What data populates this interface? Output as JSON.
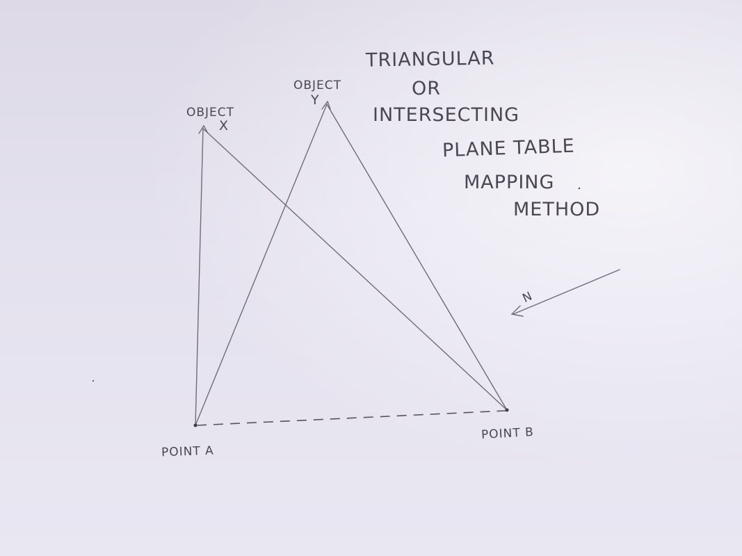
{
  "title": {
    "line1": "TRIANGULAR",
    "line2": "OR",
    "line3": "INTERSECTING"
  },
  "subtitle": {
    "line1": "PLANE TABLE",
    "line2": "MAPPING",
    "line3": "METHOD"
  },
  "points": {
    "object_x_label": "OBJECT",
    "object_x_letter": "X",
    "object_y_label": "OBJECT",
    "object_y_letter": "Y",
    "point_a": "POINT A",
    "point_b": "POINT B"
  },
  "north_label": "N",
  "colors": {
    "paper": "#e4e1ee",
    "pencil": "#6f6b78",
    "text": "#4a4752"
  }
}
